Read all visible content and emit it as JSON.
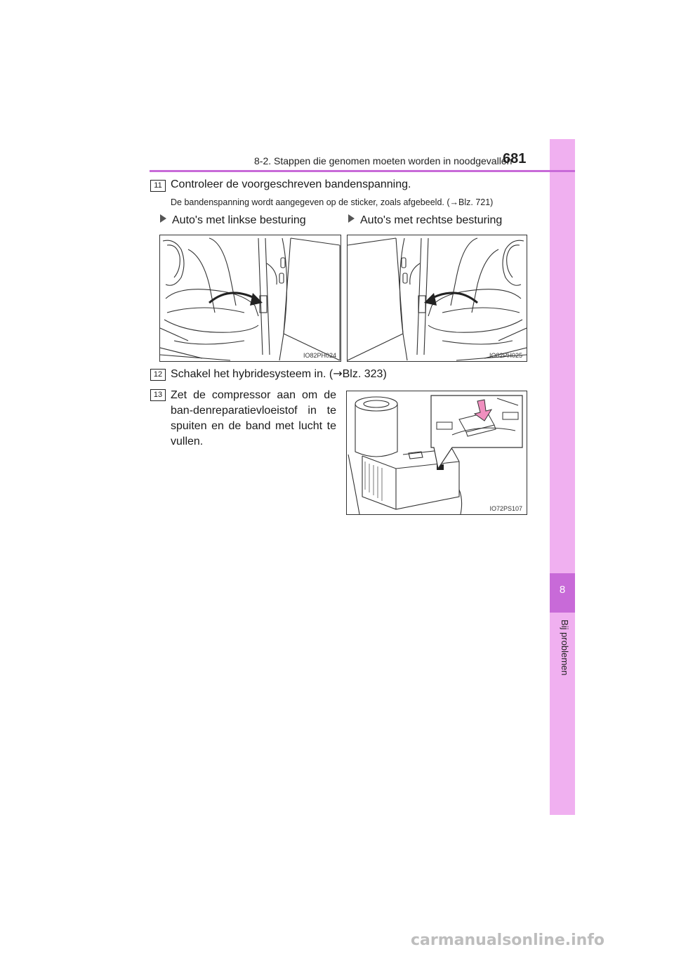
{
  "header": {
    "section": "8-2. Stappen die genomen moeten worden in noodgevallen",
    "page_number": "681"
  },
  "side_tab": {
    "chapter": "8",
    "label": "Bij problemen"
  },
  "steps": [
    {
      "number": "11",
      "text": "Controleer de voorgeschreven bandenspanning.",
      "note_prefix": "De bandenspanning wordt aangegeven op de sticker, zoals afgebeeld. (",
      "note_arrow": "→",
      "note_suffix": "Blz. 721)"
    },
    {
      "number": "12",
      "text_prefix": "Schakel het hybridesysteem in. (",
      "text_arrow": "→",
      "text_suffix": "Blz. 323)"
    },
    {
      "number": "13",
      "text": "Zet de compressor aan om de ban-denreparatievloeistof in te spuiten en de band met lucht te vullen."
    }
  ],
  "variants": {
    "left_label": "Auto's met linkse besturing",
    "right_label": "Auto's met rechtse besturing"
  },
  "figures": {
    "left_code": "IO82PH024",
    "right_code": "IO82PH025",
    "compressor_code": "IO72PS107"
  },
  "watermark": "carmanualsonline.info"
}
